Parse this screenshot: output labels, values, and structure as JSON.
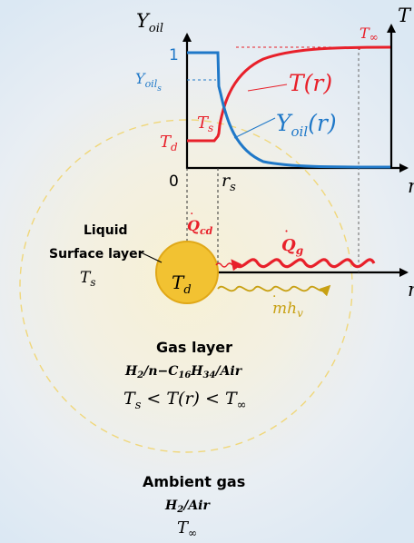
{
  "axis": {
    "y_left_label_main": "Y",
    "y_left_label_sub": "oil",
    "y_right_label": "T",
    "r_label": "r",
    "tick_one": "1",
    "tick_zero": "0",
    "tick_ys_main": "Y",
    "tick_ys_sub": "oil",
    "tick_ys_subsub": "s",
    "tick_rs_main": "r",
    "tick_rs_sub": "s"
  },
  "curves": {
    "t_inf_main": "T",
    "t_inf_sub": "∞",
    "t_s_main": "T",
    "t_s_sub": "s",
    "t_d_main": "T",
    "t_d_sub": "d",
    "t_r": "T(r)",
    "y_r_main": "Y",
    "y_r_sub": "oil",
    "y_r_tail": "(r)",
    "colors": {
      "temperature": "#e8202a",
      "fuel": "#1f78c8",
      "heat_loss": "#c8a012",
      "droplet": "#f2c232"
    }
  },
  "droplet": {
    "liquid_title": "Liquid",
    "surface_title": "Surface layer",
    "ts_main": "T",
    "ts_sub": "s",
    "td_main": "T",
    "td_sub": "d",
    "qcd_main": "Q",
    "qcd_sub": "cd",
    "qg_main": "Q",
    "qg_sub": "g",
    "mhv_main": "mh",
    "mhv_sub": "v"
  },
  "gas_layer": {
    "title": "Gas layer",
    "h2": "H",
    "h2_sub": "2",
    "alkane": "/n−C",
    "c_sub": "16",
    "h_mid": "H",
    "h_sub": "34",
    "air": "/Air",
    "ineq_ts": "T",
    "ineq_ts_sub": "s",
    "ineq_mid": " < T(r) < T",
    "ineq_inf": "∞"
  },
  "ambient": {
    "title": "Ambient gas",
    "h2": "H",
    "h2_sub": "2",
    "air": "/Air",
    "t_main": "T",
    "t_sub": "∞"
  }
}
